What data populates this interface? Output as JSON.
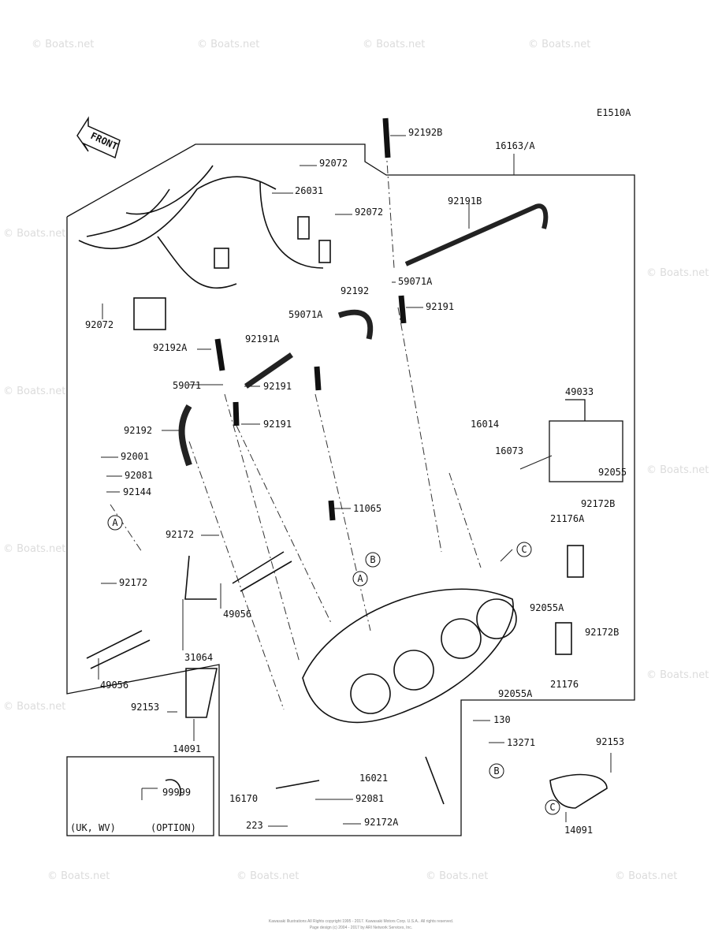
{
  "diagram_code": "E1510A",
  "front_label": "FRONT",
  "watermark": "© Boats.net",
  "option_box": {
    "region": "(UK, WV)",
    "note": "(OPTION)",
    "part": "99999"
  },
  "parts": [
    "92192B",
    "16163/A",
    "92072",
    "26031",
    "92072",
    "92191B",
    "59071A",
    "92192",
    "92191",
    "92072",
    "59071A",
    "92192A",
    "92191A",
    "59071",
    "92191",
    "49033",
    "16014",
    "92192",
    "92191",
    "16073",
    "92001",
    "92081",
    "92144",
    "92055",
    "92172B",
    "11065",
    "21176A",
    "92172",
    "92172",
    "92055A",
    "49056",
    "92172B",
    "31064",
    "49056",
    "21176",
    "92055A",
    "92153",
    "130",
    "13271",
    "14091",
    "92153",
    "16021",
    "92081",
    "16170",
    "223",
    "92172A",
    "14091"
  ],
  "callouts": [
    "A",
    "B",
    "A",
    "C",
    "B",
    "C"
  ],
  "footer": {
    "line1": "Kawasaki Illustrations All Rights copyright 1995 - 2017. Kawasaki Motors Corp. U.S.A.. All rights reserved.",
    "line2": "Page design (c) 2004 - 2017 by ARI Network Services, Inc."
  }
}
